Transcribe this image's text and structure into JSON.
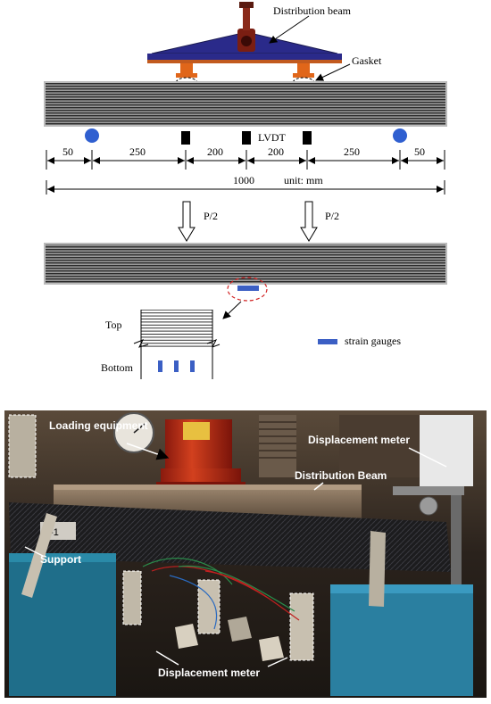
{
  "diagram": {
    "labels": {
      "distribution_beam": "Distribution beam",
      "gasket": "Gasket",
      "lvdt": "LVDT",
      "unit": "unit: mm",
      "load_left": "P/2",
      "load_right": "P/2",
      "top": "Top",
      "bottom": "Bottom",
      "strain_legend": "strain gauges"
    },
    "dimensions": [
      "50",
      "250",
      "200",
      "200",
      "250",
      "50"
    ],
    "total_length": "1000"
  },
  "photo": {
    "labels": {
      "loading_equipment": "Loading equipment",
      "displacement_meter_top": "Displacement meter",
      "distribution_beam": "Distribution Beam",
      "support": "Support",
      "displacement_meter_bottom": "Displacement meter",
      "specimen_tag": "1-1"
    }
  },
  "colors": {
    "support_blue": "#2f5fd0",
    "distribution_beam_fill": "#2a2a8a",
    "distribution_beam_edge": "#c25a1e",
    "gasket_orange": "#e0661a",
    "strain_gauge_blue": "#3b5fc4",
    "callout_red": "#d02020",
    "beam_stripe": "#2c2c2c"
  }
}
